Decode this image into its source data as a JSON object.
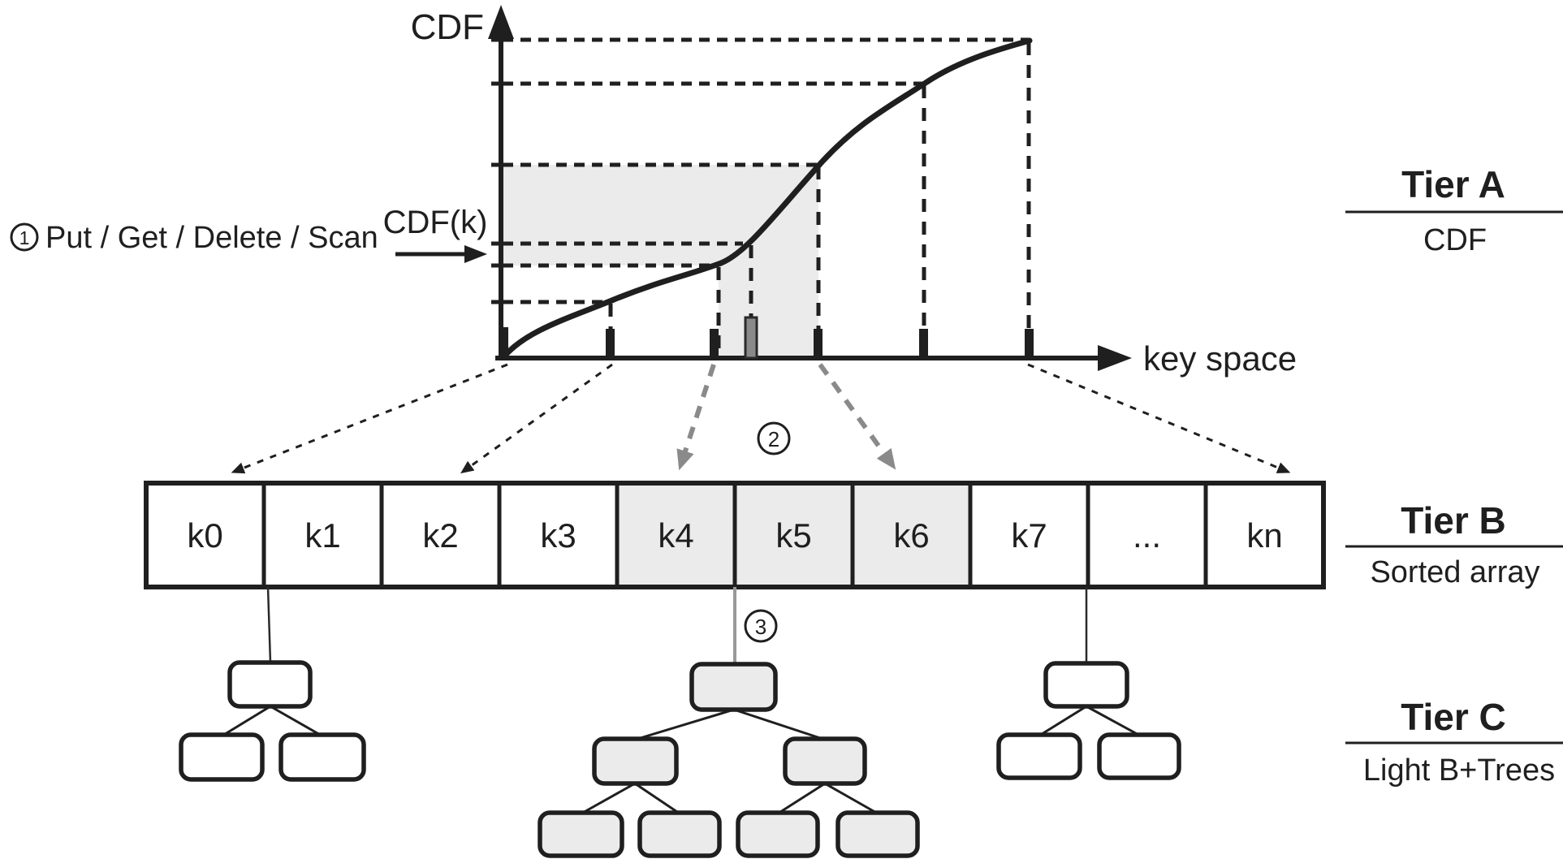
{
  "colors": {
    "ink": "#1f1f1f",
    "background": "#ffffff",
    "gray_fill": "#ebebeb",
    "gray_accent": "#8a8a8a"
  },
  "chart": {
    "y_axis_label": "CDF",
    "x_axis_label": "key space",
    "lookup_label": "CDF(k)"
  },
  "steps": {
    "step1": {
      "number": "1",
      "label": "Put / Get / Delete / Scan"
    },
    "step2": {
      "number": "2"
    },
    "step3": {
      "number": "3"
    }
  },
  "tier_a": {
    "title": "Tier A",
    "subtitle": "CDF"
  },
  "tier_b": {
    "title": "Tier B",
    "subtitle": "Sorted array",
    "cells": [
      {
        "label": "k0",
        "highlighted": false
      },
      {
        "label": "k1",
        "highlighted": false
      },
      {
        "label": "k2",
        "highlighted": false
      },
      {
        "label": "k3",
        "highlighted": false
      },
      {
        "label": "k4",
        "highlighted": true
      },
      {
        "label": "k5",
        "highlighted": true
      },
      {
        "label": "k6",
        "highlighted": true
      },
      {
        "label": "k7",
        "highlighted": false
      },
      {
        "label": "...",
        "highlighted": false
      },
      {
        "label": "kn",
        "highlighted": false
      }
    ]
  },
  "tier_c": {
    "title": "Tier C",
    "subtitle": "Light B+Trees"
  }
}
